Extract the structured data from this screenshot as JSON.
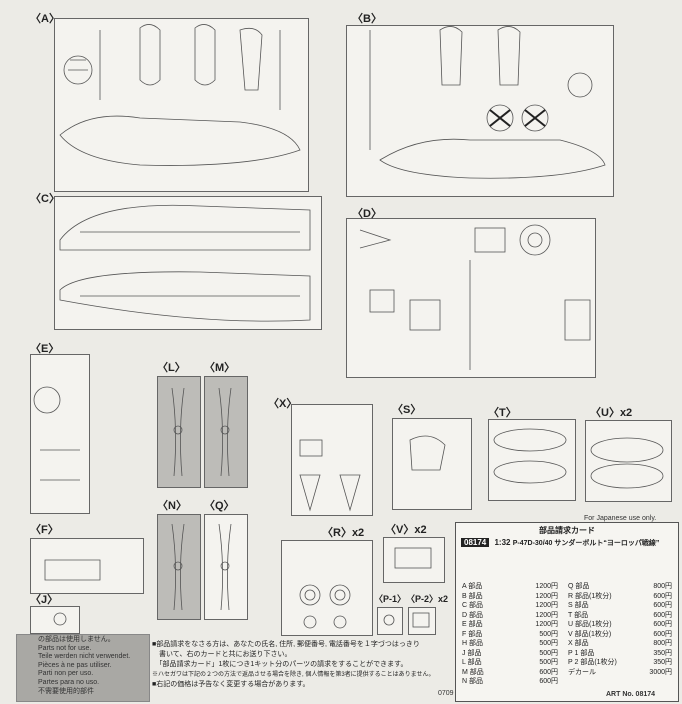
{
  "labels": {
    "A": "〈A〉",
    "B": "〈B〉",
    "C": "〈C〉",
    "D": "〈D〉",
    "E": "〈E〉",
    "L": "〈L〉",
    "M": "〈M〉",
    "X": "〈X〉",
    "S": "〈S〉",
    "T": "〈T〉",
    "U": "〈U〉x2",
    "N": "〈N〉",
    "Q": "〈Q〉",
    "R": "〈R〉x2",
    "V": "〈V〉x2",
    "F": "〈F〉",
    "J": "〈J〉",
    "P1": "〈P-1〉",
    "P2": "〈P-2〉x2"
  },
  "notice": {
    "japan_only": "For Japanese use only.",
    "not_for_use": [
      "の部品は使用しません。",
      "Parts not for use.",
      "Teile werden nicht verwendet.",
      "Pièces à ne pas utiliser.",
      "Parti non per uso.",
      "Partes para no uso.",
      "不需要使用的部件"
    ],
    "instructions": [
      "■部品請求をなさる方は、あなたの氏名, 住所, 郵便番号, 電話番号を１字づつはっきり",
      "　書いて、右のカードと共にお送り下さい。",
      "　「部品請求カード」1枚につき1キット分のパーツの請求をすることができます。",
      "※ハセガワは下記の２つの方法で返品させる場合を除き, 個人情報を第3者に提供することはありません。",
      "■右記の価格は予告なく変更する場合があります。"
    ]
  },
  "card": {
    "title": "部品請求カード",
    "code": "08174",
    "scale": "1:32",
    "product": "P-47D-30/40 サンダーボルト“ヨーロッパ戦線”",
    "left_parts": [
      {
        "name": "A 部品",
        "price": "1200円"
      },
      {
        "name": "B 部品",
        "price": "1200円"
      },
      {
        "name": "C 部品",
        "price": "1200円"
      },
      {
        "name": "D 部品",
        "price": "1200円"
      },
      {
        "name": "E 部品",
        "price": "1200円"
      },
      {
        "name": "F 部品",
        "price": "500円"
      },
      {
        "name": "H 部品",
        "price": "500円"
      },
      {
        "name": "J 部品",
        "price": "500円"
      },
      {
        "name": "L 部品",
        "price": "500円"
      },
      {
        "name": "M 部品",
        "price": "600円"
      },
      {
        "name": "N 部品",
        "price": "600円"
      }
    ],
    "right_parts": [
      {
        "name": "Q 部品",
        "price": "800円"
      },
      {
        "name": "R 部品(1枚分)",
        "price": "600円"
      },
      {
        "name": "S 部品",
        "price": "600円"
      },
      {
        "name": "T 部品",
        "price": "600円"
      },
      {
        "name": "U 部品(1枚分)",
        "price": "600円"
      },
      {
        "name": "V 部品(1枚分)",
        "price": "600円"
      },
      {
        "name": "X 部品",
        "price": "800円"
      },
      {
        "name": "P 1 部品",
        "price": "350円"
      },
      {
        "name": "P 2 部品(1枚分)",
        "price": "350円"
      },
      {
        "name": "デカール",
        "price": "3000円"
      }
    ]
  },
  "footer": {
    "code": "0709",
    "art_no": "ART No. 08174"
  }
}
